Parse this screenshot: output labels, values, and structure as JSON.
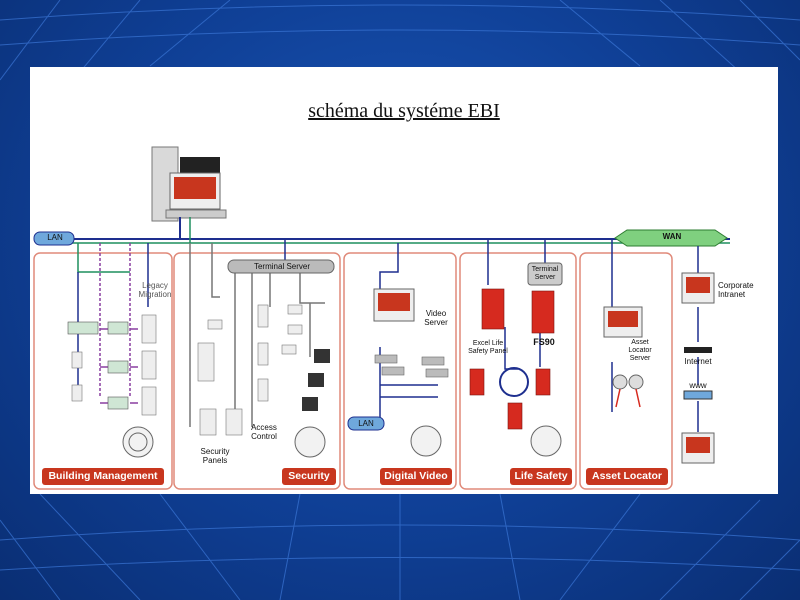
{
  "title": "schéma du systéme EBI",
  "network": {
    "lan": "LAN",
    "wan": "WAN",
    "lan_video": "LAN"
  },
  "sections": {
    "building_management": "Building Management",
    "security": "Security",
    "digital_video": "Digital Video",
    "life_safety": "Life Safety",
    "asset_locator": "Asset Locator"
  },
  "labels": {
    "legacy_migration": "Legacy Migration",
    "terminal_server_security": "Terminal Server",
    "security_panels": "Security Panels",
    "access_control": "Access Control",
    "video_server": "Video Server",
    "terminal_server_life": "Terminal Server",
    "fs90": "FS90",
    "excel_panel": "Excel Life Safety Panel",
    "asset_locator_server": "Asset Locator Server",
    "corporate_intranet": "Corporate Intranet",
    "internet": "Internet",
    "www": "www"
  },
  "colors": {
    "accent_red": "#c8361e",
    "bus_blue": "#1e2f8f",
    "bus_green": "#1f8f5f",
    "bus_purple": "#8a3fa0"
  }
}
